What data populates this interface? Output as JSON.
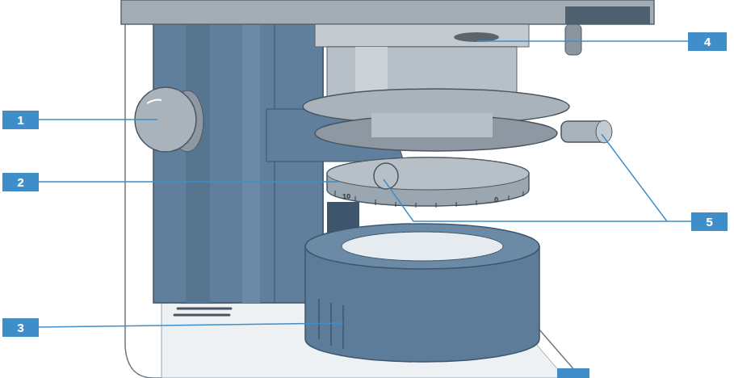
{
  "diagram": {
    "labels": [
      "1",
      "2",
      "3",
      "4",
      "5",
      "10",
      "0"
    ]
  }
}
